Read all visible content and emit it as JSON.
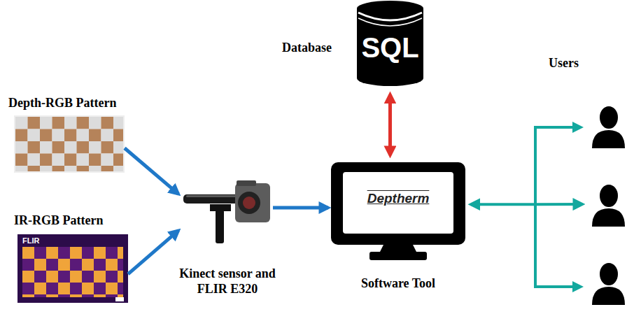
{
  "diagram": {
    "nodes": [
      {
        "text": [
          "Depth-RGB Pattern"
        ]
      },
      {
        "text": [
          "IR-RGB Pattern",
          "FLIR"
        ]
      },
      {
        "text": [
          "Kinect sensor and FLIR E320"
        ]
      },
      {
        "text": [
          "Database",
          "SQL"
        ]
      },
      {
        "text": [
          "Deptherm",
          "Software Tool"
        ]
      },
      {
        "text": [
          "Users"
        ]
      }
    ],
    "edges": [
      {
        "from": 0,
        "to": 2,
        "arrow": "to"
      },
      {
        "from": 1,
        "to": 2,
        "arrow": "to"
      },
      {
        "from": 2,
        "to": 4,
        "arrow": "to"
      },
      {
        "from": 3,
        "to": 4,
        "arrow": "both"
      },
      {
        "from": 4,
        "to": 5,
        "arrow": "both"
      }
    ]
  }
}
